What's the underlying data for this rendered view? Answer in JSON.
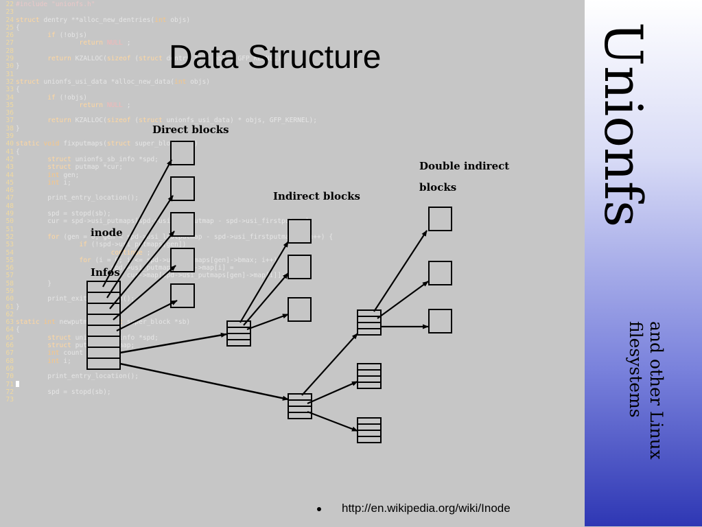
{
  "slide": {
    "title": "Data Structure",
    "brand": "Unionfs",
    "tagline_line1": "and other Linux",
    "tagline_line2": "filesystems",
    "link": "http://en.wikipedia.org/wiki/Inode",
    "footer_left": "",
    "footer_right": ""
  },
  "diagram": {
    "labels": {
      "direct": "Direct blocks",
      "indirect": "Indirect blocks",
      "double_line1": "Double indirect",
      "double_line2": "blocks",
      "inode": "inode",
      "infos": "Infos"
    }
  },
  "code": [
    {
      "n": "22",
      "t": [
        [
          "pp",
          "#include \"unionfs.h\""
        ]
      ]
    },
    {
      "n": "23",
      "t": []
    },
    {
      "n": "24",
      "t": [
        [
          "kw",
          "struct"
        ],
        [
          "",
          "dentry **alloc_new_dentries("
        ],
        [
          "ty",
          "int"
        ],
        [
          "",
          "objs)"
        ]
      ]
    },
    {
      "n": "25",
      "t": [
        [
          "",
          "{"
        ]
      ]
    },
    {
      "n": "26",
      "t": [
        [
          "",
          "        "
        ],
        [
          "kw",
          "if"
        ],
        [
          "",
          "(!objs)"
        ]
      ]
    },
    {
      "n": "27",
      "t": [
        [
          "",
          "                "
        ],
        [
          "kw",
          "return"
        ],
        [
          "nu",
          "NULL"
        ],
        [
          "",
          ";"
        ]
      ]
    },
    {
      "n": "28",
      "t": []
    },
    {
      "n": "29",
      "t": [
        [
          "",
          "        "
        ],
        [
          "kw",
          "return"
        ],
        [
          "",
          "KZALLOC("
        ],
        [
          "kw",
          "sizeof"
        ],
        [
          "",
          "("
        ],
        [
          "kw",
          "struct"
        ],
        [
          "",
          "dentry *) * objs, GFP_KERNEL);"
        ]
      ]
    },
    {
      "n": "30",
      "t": [
        [
          "",
          "}"
        ]
      ]
    },
    {
      "n": "31",
      "t": []
    },
    {
      "n": "32",
      "t": [
        [
          "kw",
          "struct"
        ],
        [
          "",
          "unionfs_usi_data *alloc_new_data("
        ],
        [
          "ty",
          "int"
        ],
        [
          "",
          "objs)"
        ]
      ]
    },
    {
      "n": "33",
      "t": [
        [
          "",
          "{"
        ]
      ]
    },
    {
      "n": "34",
      "t": [
        [
          "",
          "        "
        ],
        [
          "kw",
          "if"
        ],
        [
          "",
          "(!objs)"
        ]
      ]
    },
    {
      "n": "35",
      "t": [
        [
          "",
          "                "
        ],
        [
          "kw",
          "return"
        ],
        [
          "nu",
          "NULL"
        ],
        [
          "",
          ";"
        ]
      ]
    },
    {
      "n": "36",
      "t": []
    },
    {
      "n": "37",
      "t": [
        [
          "",
          "        "
        ],
        [
          "kw",
          "return"
        ],
        [
          "",
          "KZALLOC("
        ],
        [
          "kw",
          "sizeof"
        ],
        [
          "",
          "("
        ],
        [
          "kw",
          "struct"
        ],
        [
          "",
          "unionfs_usi_data) * objs, GFP_KERNEL);"
        ]
      ]
    },
    {
      "n": "38",
      "t": [
        [
          "",
          "}"
        ]
      ]
    },
    {
      "n": "39",
      "t": []
    },
    {
      "n": "40",
      "t": [
        [
          "kw",
          "static"
        ],
        [
          "ty",
          "void"
        ],
        [
          "",
          "fixputmaps("
        ],
        [
          "kw",
          "struct"
        ],
        [
          "",
          "super_block *sb)"
        ]
      ]
    },
    {
      "n": "41",
      "t": [
        [
          "",
          "{"
        ]
      ]
    },
    {
      "n": "42",
      "t": [
        [
          "",
          "        "
        ],
        [
          "kw",
          "struct"
        ],
        [
          "",
          "unionfs_sb_info *spd;"
        ]
      ]
    },
    {
      "n": "43",
      "t": [
        [
          "",
          "        "
        ],
        [
          "kw",
          "struct"
        ],
        [
          "",
          "putmap *cur;"
        ]
      ]
    },
    {
      "n": "44",
      "t": [
        [
          "",
          "        "
        ],
        [
          "ty",
          "int"
        ],
        [
          "",
          "gen;"
        ]
      ]
    },
    {
      "n": "45",
      "t": [
        [
          "",
          "        "
        ],
        [
          "ty",
          "int"
        ],
        [
          "",
          "i;"
        ]
      ]
    },
    {
      "n": "46",
      "t": []
    },
    {
      "n": "47",
      "t": [
        [
          "",
          "        print_entry_location();"
        ]
      ]
    },
    {
      "n": "48",
      "t": []
    },
    {
      "n": "49",
      "t": [
        [
          "",
          "        spd = stopd(sb);"
        ]
      ]
    },
    {
      "n": "50",
      "t": [
        [
          "",
          "        cur = spd->usi_putmaps[spd->usi_lastputmap - spd->usi_firstputmap];"
        ]
      ]
    },
    {
      "n": "51",
      "t": []
    },
    {
      "n": "52",
      "t": [
        [
          "",
          "        "
        ],
        [
          "kw",
          "for"
        ],
        [
          "",
          "(gen = 0; gen < spd->usi_lastputmap - spd->usi_firstputmap; gen++) {"
        ]
      ]
    },
    {
      "n": "53",
      "t": [
        [
          "",
          "                "
        ],
        [
          "kw",
          "if"
        ],
        [
          "",
          "(!spd->usi_putmaps[gen])"
        ]
      ]
    },
    {
      "n": "54",
      "t": [
        [
          "",
          "                        "
        ],
        [
          "kw",
          "continue"
        ],
        [
          "",
          ";"
        ]
      ]
    },
    {
      "n": "55",
      "t": [
        [
          "",
          "                "
        ],
        [
          "kw",
          "for"
        ],
        [
          "",
          "(i = 0; i <= spd->usi_putmaps[gen]->bmax; i++)"
        ]
      ]
    },
    {
      "n": "56",
      "t": [
        [
          "",
          "                        spd->usi_putmaps[gen]->map[i] ="
        ]
      ]
    },
    {
      "n": "57",
      "t": [
        [
          "",
          "                            cur->map[spd->usi_putmaps[gen]->map[i]];"
        ]
      ]
    },
    {
      "n": "58",
      "t": [
        [
          "",
          "        }"
        ]
      ]
    },
    {
      "n": "59",
      "t": []
    },
    {
      "n": "60",
      "t": [
        [
          "",
          "        print_exit_location();"
        ]
      ]
    },
    {
      "n": "61",
      "t": [
        [
          "",
          "}"
        ]
      ]
    },
    {
      "n": "62",
      "t": []
    },
    {
      "n": "63",
      "t": [
        [
          "kw",
          "static"
        ],
        [
          "ty",
          "int"
        ],
        [
          "",
          "newputmap("
        ],
        [
          "kw",
          "struct"
        ],
        [
          "",
          "super_block *sb)"
        ]
      ]
    },
    {
      "n": "64",
      "t": [
        [
          "",
          "{"
        ]
      ]
    },
    {
      "n": "65",
      "t": [
        [
          "",
          "        "
        ],
        [
          "kw",
          "struct"
        ],
        [
          "",
          "unionfs_sb_info *spd;"
        ]
      ]
    },
    {
      "n": "66",
      "t": [
        [
          "",
          "        "
        ],
        [
          "kw",
          "struct"
        ],
        [
          "",
          "putmap *newmap;"
        ]
      ]
    },
    {
      "n": "67",
      "t": [
        [
          "",
          "        "
        ],
        [
          "ty",
          "int"
        ],
        [
          "",
          "count = "
        ],
        [
          "nu",
          "0"
        ],
        [
          "",
          ";"
        ]
      ]
    },
    {
      "n": "68",
      "t": [
        [
          "",
          "        "
        ],
        [
          "ty",
          "int"
        ],
        [
          "",
          "i;"
        ]
      ]
    },
    {
      "n": "69",
      "t": []
    },
    {
      "n": "70",
      "t": [
        [
          "",
          "        print_entry_location();"
        ]
      ]
    },
    {
      "n": "71",
      "t": [
        [
          "cursor",
          ""
        ]
      ]
    },
    {
      "n": "72",
      "t": [
        [
          "",
          "        spd = stopd(sb);"
        ]
      ]
    },
    {
      "n": "73",
      "t": []
    }
  ]
}
